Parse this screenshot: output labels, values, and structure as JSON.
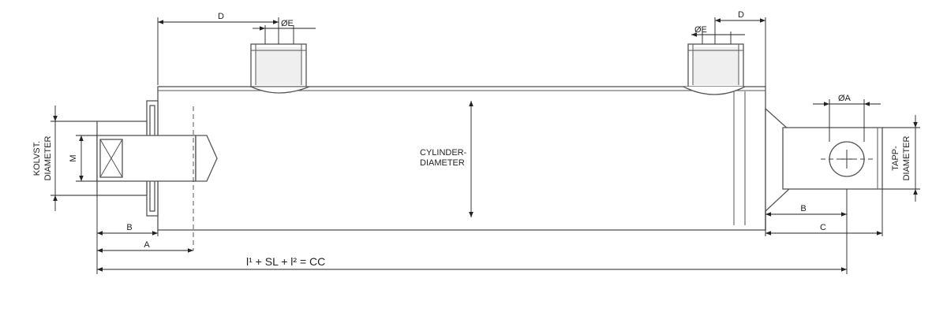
{
  "labels": {
    "D_left": "D",
    "D_right": "D",
    "E_left": "ØE",
    "E_right": "ØE",
    "A_top": "ØA",
    "M": "M",
    "kolvst_1": "KOLVST.",
    "kolvst_2": "DIAMETER",
    "tapp_1": "TAPP-",
    "tapp_2": "DIAMETER",
    "cyl_1": "CYLINDER-",
    "cyl_2": "DIAMETER",
    "B_left": "B",
    "A_left": "A",
    "B_right": "B",
    "C_right": "C",
    "formula": "l¹ + SL + l² = CC"
  }
}
